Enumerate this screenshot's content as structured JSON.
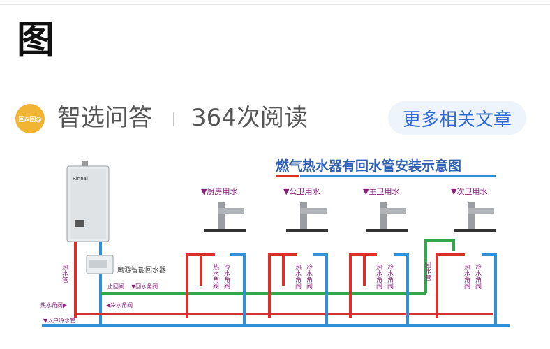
{
  "page": {
    "title": "图"
  },
  "meta": {
    "avatar_text": "回&回@",
    "source": "智选问答",
    "reads": "364次阅读",
    "more_button": "更多相关文章"
  },
  "diagram": {
    "title": "燃气热水器有回水管安装示意图",
    "heater_brand": "Rinnai",
    "pump_label": "鹰游智能回水器",
    "rooms": [
      "▼厨房用水",
      "▼公卫用水",
      "▼主卫用水",
      "▼次卫用水"
    ],
    "hot_valve": "热水角阀",
    "cold_valve": "冷水角阀",
    "hot_pipe": "热水管",
    "return_pipe": "回水管",
    "check_valve": "止回阀",
    "return_valve": "▼回水角阀",
    "hot_angle_valve_left": "热水角阀▶",
    "cold_angle_valve_left": "◀冷水角阀",
    "inlet": "▼入户冷水管",
    "colors": {
      "hot": "#d9302b",
      "cold": "#2f8fd8",
      "return": "#2fa84a",
      "title": "#2d5fb5",
      "label": "#8a1f7a"
    }
  }
}
